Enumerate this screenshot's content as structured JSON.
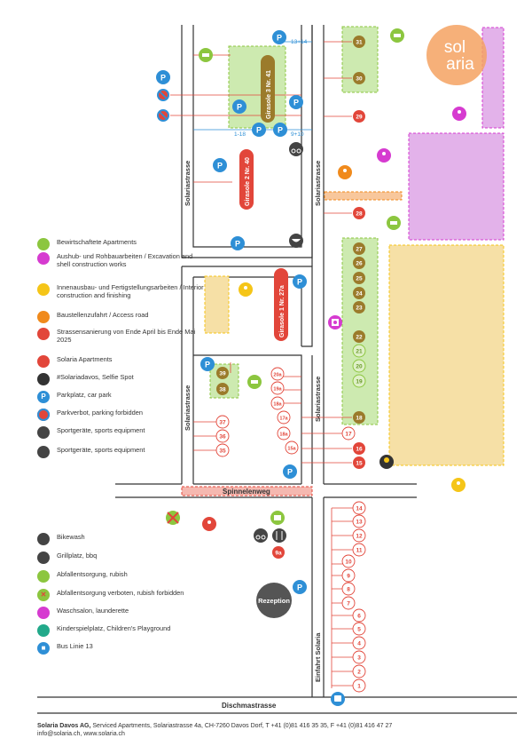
{
  "logo": {
    "line1": "sol",
    "line2": "aria",
    "color": "#f4a261"
  },
  "streets": {
    "solariastrasse": "Solariastrasse",
    "spinnelenweg": "Spinnelenweg",
    "dischmastrasse": "Dischmastrasse",
    "einfahrt": "Einfahrt Solaria"
  },
  "buildings": {
    "girasole3": "Girasole 3 Nr. 41",
    "girasole2": "Girasole 2 Nr. 40",
    "girasole1": "Girasole 1 Nr. 27a",
    "reception": "Rezeption"
  },
  "parking": {
    "p_13_14": "13+14",
    "p_1_18": "1-18",
    "p_9_10": "9+10",
    "symbol": "P"
  },
  "apartments": {
    "green": [
      "31",
      "30",
      "27",
      "26",
      "25",
      "24",
      "23",
      "22",
      "21",
      "20",
      "19",
      "18",
      "39",
      "38"
    ],
    "red": [
      "29",
      "28",
      "16",
      "15"
    ],
    "outline": [
      "20a",
      "19a",
      "18a",
      "17a",
      "18a",
      "15a",
      "17",
      "37",
      "36",
      "35",
      "14",
      "13",
      "12",
      "11",
      "10",
      "9",
      "8",
      "7",
      "6",
      "5",
      "4",
      "3",
      "2",
      "1"
    ],
    "olive": [
      "9a"
    ]
  },
  "legend": [
    {
      "icon": "apartment",
      "color": "#8cc63f",
      "text": "Bewirtschaftete Apartments"
    },
    {
      "icon": "excavation",
      "color": "#d63bd0",
      "text": "Aushub- und Rohbauarbeiten / Excavation and shell construction works"
    },
    {
      "icon": "interior",
      "color": "#f5c518",
      "text": "Innenausbau- und Fertigstellungsarbeiten / Interior construction and finishing"
    },
    {
      "icon": "access",
      "color": "#f08a1c",
      "text": "Baustellenzufahrt /  Access road"
    },
    {
      "icon": "roadworks",
      "color": "#e2463a",
      "text": "Strassensanierung von Ende April bis Ende Mai 2025"
    },
    {
      "icon": "solaria",
      "color": "#e2463a",
      "text": "Solaria Apartments"
    },
    {
      "icon": "selfie",
      "color": "#333333",
      "text": "#Solariadavos, Selfie Spot"
    },
    {
      "icon": "parking",
      "color": "#2e8fd6",
      "text": "Parkplatz, car park"
    },
    {
      "icon": "no-parking",
      "color": "#2e8fd6",
      "text": "Parkverbot, parking forbidden"
    },
    {
      "icon": "sport-equipment",
      "color": "#444444",
      "text": "Sportgeräte, sports equipment"
    },
    {
      "icon": "bike",
      "color": "#444444",
      "text": "Sportgeräte, sports equipment"
    },
    {
      "icon": "bikewash",
      "color": "#444444",
      "text": "Bikewash"
    },
    {
      "icon": "bbq",
      "color": "#444444",
      "text": "Grillplatz, bbq"
    },
    {
      "icon": "rubbish",
      "color": "#8cc63f",
      "text": "Abfallentsorgung, rubish"
    },
    {
      "icon": "no-rubbish",
      "color": "#8cc63f",
      "text": "Abfallentsorgung verboten, rubish forbidden"
    },
    {
      "icon": "laundry",
      "color": "#d63bd0",
      "text": "Waschsalon, launderette"
    },
    {
      "icon": "playground",
      "color": "#22a98a",
      "text": "Kinderspielplatz, Children's Playground"
    },
    {
      "icon": "bus",
      "color": "#2e8fd6",
      "text": "Bus Linie 13"
    }
  ],
  "footer": {
    "company": "Solaria Davos AG,",
    "details": " Serviced Apartments, Solariastrasse 4a, CH-7260 Davos Dorf, T +41 (0)81 416 35 35, F +41 (0)81 416 47 27",
    "contact": "info@solaria.ch, www.solaria.ch"
  },
  "colors": {
    "green": "#8cc63f",
    "red": "#e2463a",
    "blue": "#2e8fd6",
    "magenta": "#d63bd0",
    "yellow": "#f5c518",
    "orange": "#f08a1c",
    "pink_zone": "#e3b2ea",
    "yellow_zone": "#f6e0a6",
    "green_zone": "#cdeab0",
    "road_zone": "#f5b8b0"
  }
}
